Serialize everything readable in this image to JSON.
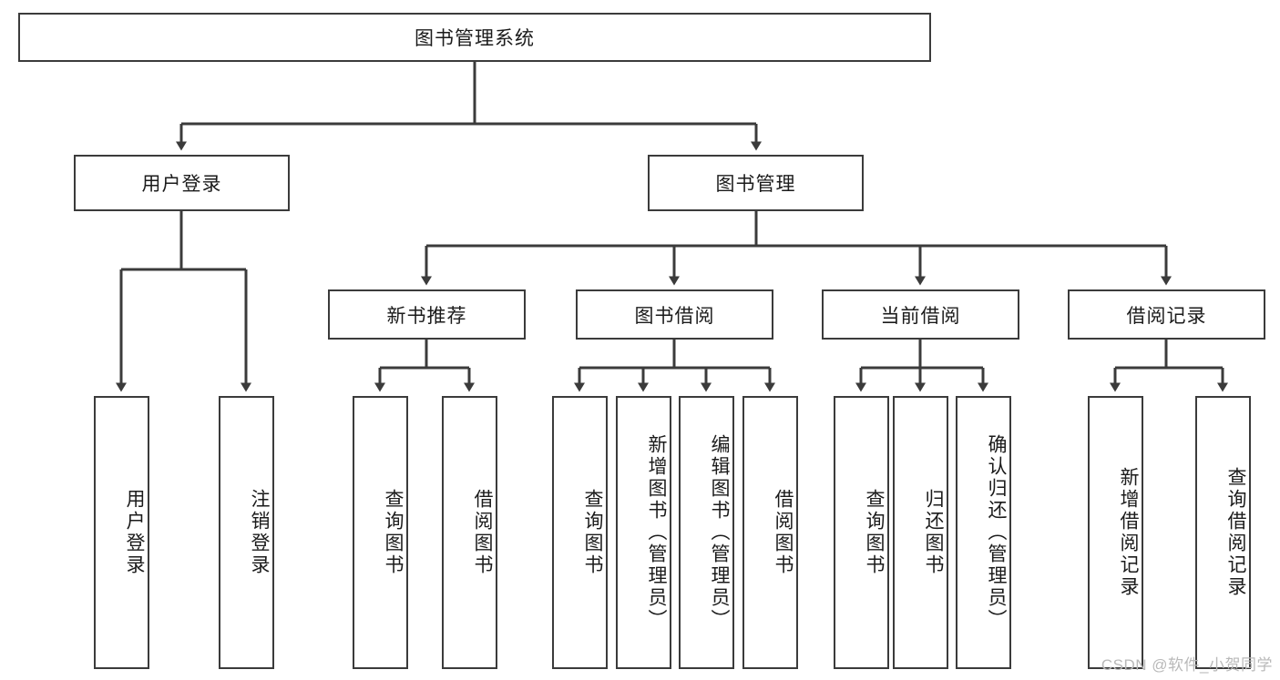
{
  "diagram": {
    "title": "图书管理系统",
    "type": "tree-hierarchy-chart",
    "line_color": "#3b3b3b",
    "box_fill": "#ffffff",
    "text_color": "#1b1b1b",
    "root": {
      "label": "图书管理系统"
    },
    "level2": [
      {
        "label": "用户登录"
      },
      {
        "label": "图书管理"
      }
    ],
    "level3": [
      {
        "label": "新书推荐"
      },
      {
        "label": "图书借阅"
      },
      {
        "label": "当前借阅"
      },
      {
        "label": "借阅记录"
      }
    ],
    "leaves": {
      "user_login": [
        {
          "label": "用户登录"
        },
        {
          "label": "注销登录"
        }
      ],
      "new_book_recommend": [
        {
          "label": "查询图书"
        },
        {
          "label": "借阅图书"
        }
      ],
      "book_borrow": [
        {
          "label": "查询图书"
        },
        {
          "label": "新增图书（管理员）"
        },
        {
          "label": "编辑图书（管理员）"
        },
        {
          "label": "借阅图书"
        }
      ],
      "current_borrow": [
        {
          "label": "查询图书"
        },
        {
          "label": "归还图书"
        },
        {
          "label": "确认归还（管理员）"
        }
      ],
      "borrow_record": [
        {
          "label": "新增借阅记录"
        },
        {
          "label": "查询借阅记录"
        }
      ]
    }
  },
  "watermark": {
    "text": "CSDN @软件_小贺同学",
    "color": "#b9b9b9"
  }
}
